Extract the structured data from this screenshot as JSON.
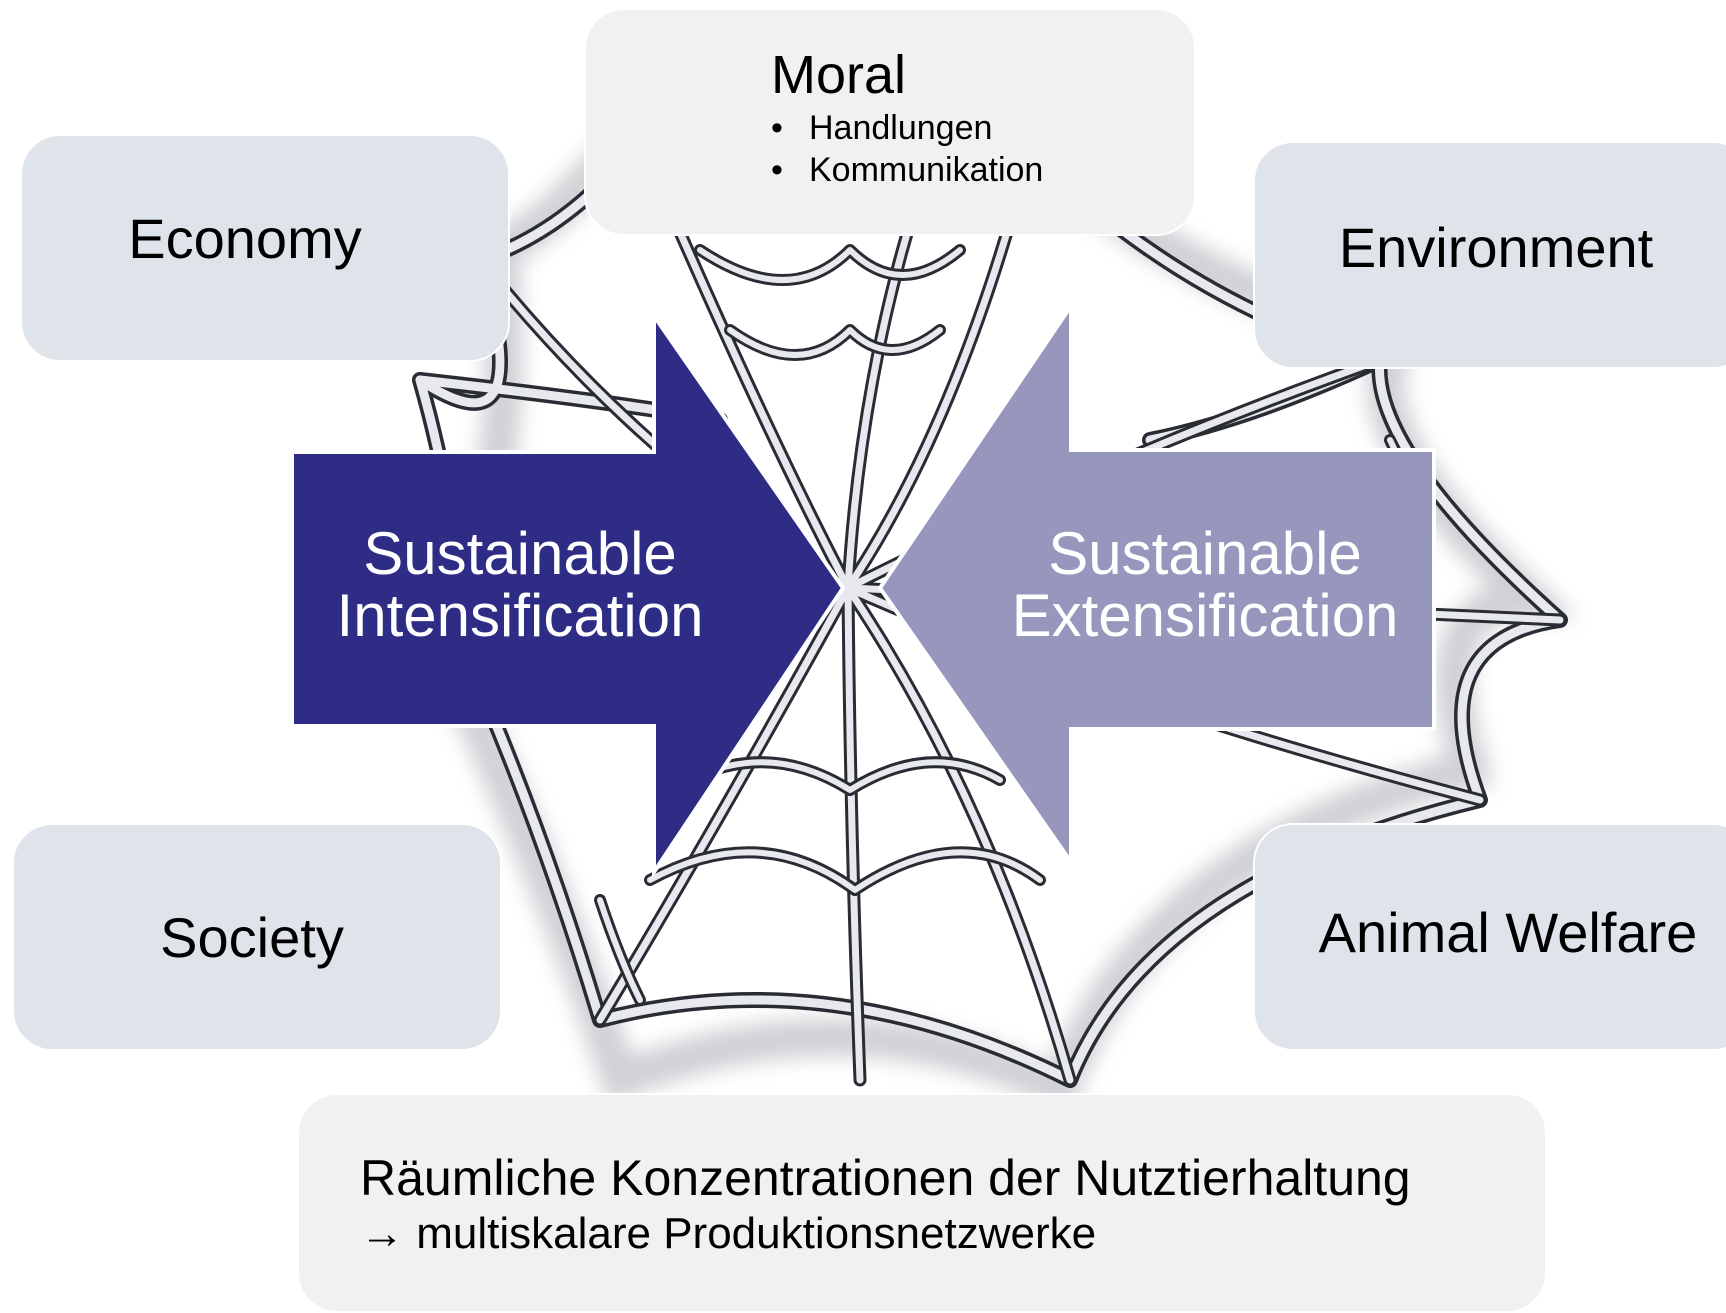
{
  "moral": {
    "title": "Moral",
    "bullets": [
      "Handlungen",
      "Kommunikation"
    ]
  },
  "economy": {
    "label": "Economy"
  },
  "environment": {
    "label": "Environment"
  },
  "society": {
    "label": "Society"
  },
  "animal_welfare": {
    "label": "Animal Welfare"
  },
  "intensification": {
    "line1": "Sustainable",
    "line2": "Intensification",
    "color": "#2e2c85"
  },
  "extensification": {
    "line1": "Sustainable",
    "line2": "Extensification",
    "color": "#9797bd"
  },
  "bottom": {
    "line1": "Räumliche Konzentrationen der Nutztierhaltung",
    "line2": "→ multiskalare Produktionsnetzwerke"
  },
  "colors": {
    "box_blue": "#dfe4ea",
    "box_grey": "#f1f1f1",
    "web": "#2a2c33"
  }
}
